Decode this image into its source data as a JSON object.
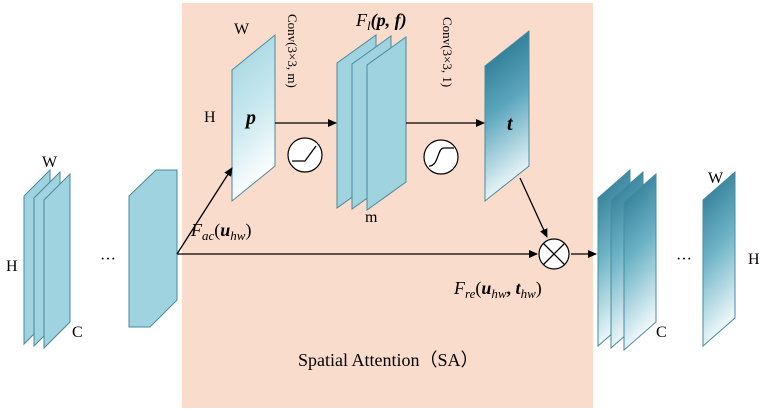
{
  "panel_caption": "Spatial Attention（SA）",
  "input_block": {
    "label_w": "W",
    "label_h": "H",
    "label_c": "C",
    "ellipsis": "···"
  },
  "map_p": {
    "label_w": "W",
    "label_h": "H",
    "symbol": "p"
  },
  "conv1_label": "Conv(3×3, m)",
  "feature_fl": {
    "symbol": "F",
    "subscript": "l",
    "args": "(p, f)",
    "label_m": "m"
  },
  "conv2_label": "Conv(3×3, 1)",
  "map_t": {
    "symbol": "t"
  },
  "fac_label": {
    "symbol": "F",
    "subscript": "ac",
    "arg_open": "(",
    "arg": "u",
    "arg_sub": "hw",
    "arg_close": ")"
  },
  "fre_label": {
    "symbol": "F",
    "subscript": "re",
    "open": "(",
    "arg1": "u",
    "arg1_sub": "hw",
    "comma": ", ",
    "arg2": "t",
    "arg2_sub": "hw",
    "close": ")"
  },
  "output_block": {
    "label_w": "W",
    "label_h": "H",
    "label_c": "C",
    "ellipsis": "···"
  },
  "icons": [
    "relu-activation-icon",
    "sigmoid-activation-icon",
    "multiply-operator-icon"
  ],
  "colors": {
    "panel": "#f9dccb",
    "feature_light": "#9fd3df",
    "feature_dark": "#1f6f8b",
    "edge": "#4a8a9c"
  }
}
